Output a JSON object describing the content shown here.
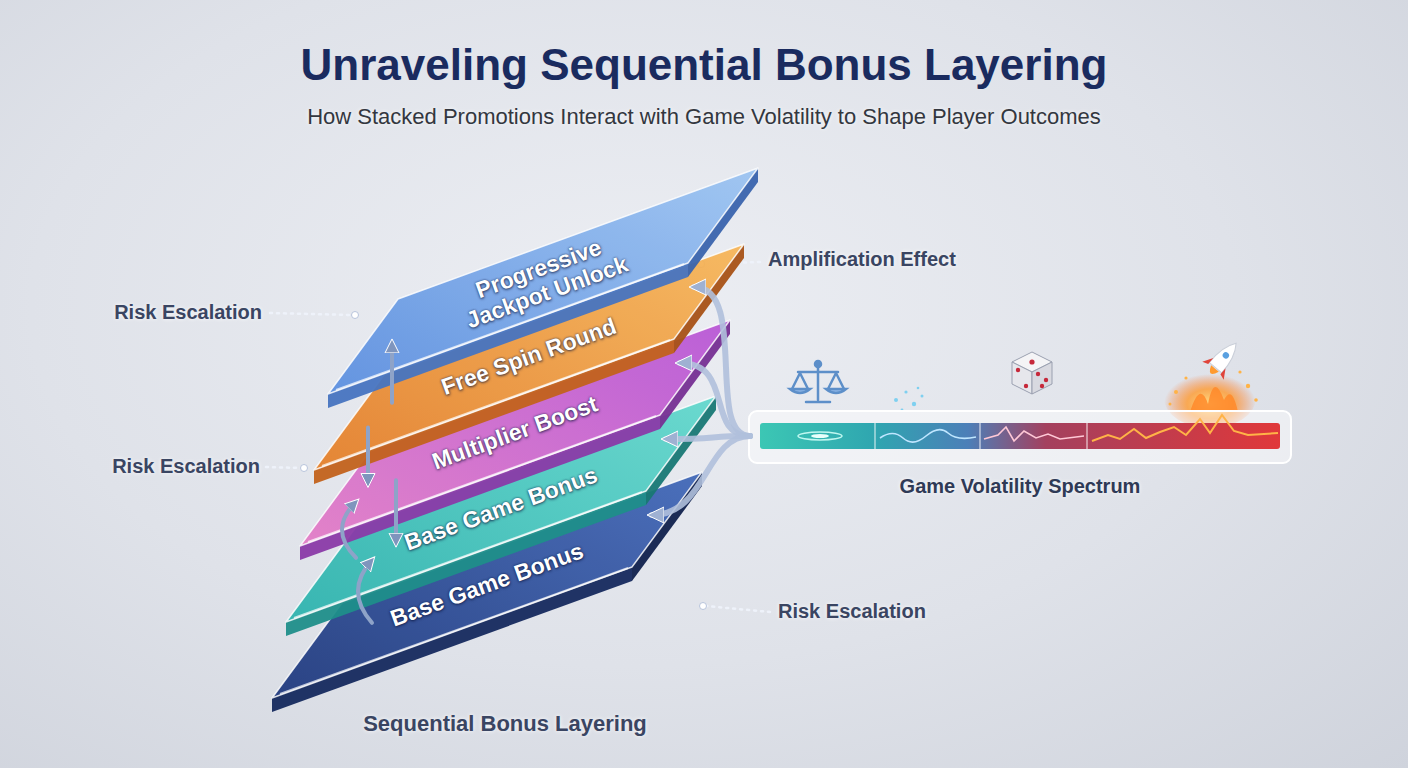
{
  "diagram": {
    "title": "Unraveling Sequential Bonus Layering",
    "caption": "Sequential Bonus Layering",
    "nodes": [
      {
        "text": [
          "Progressive Jackpot Unlock"
        ]
      },
      {
        "text": [
          "Free Spin Round"
        ]
      },
      {
        "text": [
          "Multiplier Boost"
        ]
      },
      {
        "text": [
          "Base Game Bonus"
        ]
      },
      {
        "text": [
          "Base Game Bonus"
        ]
      },
      {
        "text": [
          "Game Volatility Spectrum"
        ]
      }
    ],
    "edges": [
      {
        "from": 1,
        "to": 0,
        "arrow": "to"
      },
      {
        "from": 1,
        "to": 2,
        "arrow": "to"
      },
      {
        "from": 3,
        "to": 2,
        "arrow": "to"
      },
      {
        "from": 2,
        "to": 3,
        "arrow": "to"
      },
      {
        "from": 4,
        "to": 3,
        "arrow": "to"
      },
      {
        "from": 5,
        "to": 1,
        "arrow": "to"
      },
      {
        "from": 5,
        "to": 2,
        "arrow": "to"
      },
      {
        "from": 5,
        "to": 3,
        "arrow": "to"
      },
      {
        "from": 5,
        "to": 4,
        "arrow": "to"
      }
    ],
    "labels": [
      "How Stacked Promotions Interact with Game Volatility to Shape Player Outcomes",
      "Amplification Effect",
      "Risk Escalation",
      "Risk Escalation",
      "Risk Escalation"
    ]
  }
}
